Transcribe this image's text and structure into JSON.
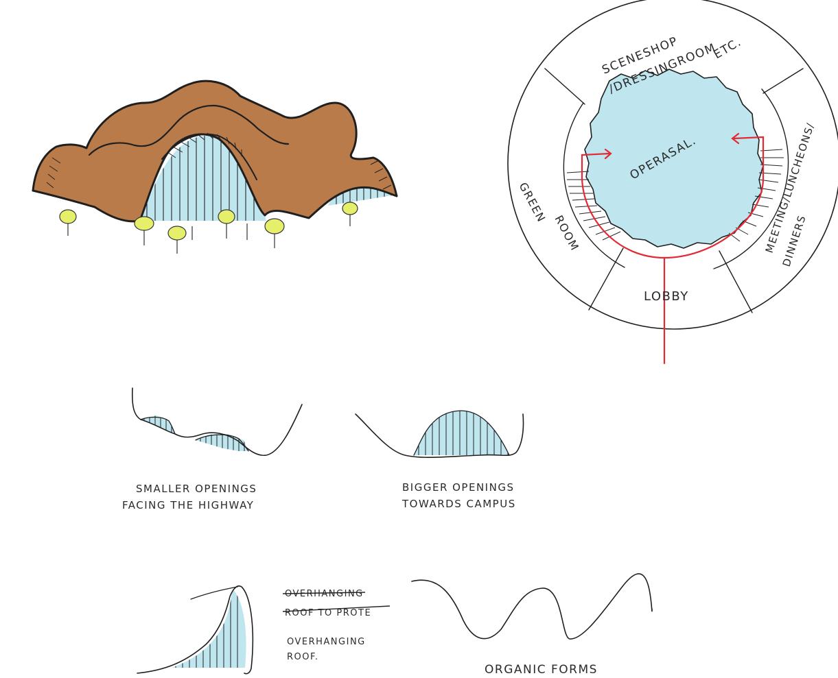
{
  "colors": {
    "paper": "#ffffff",
    "ink": "#1f1f1f",
    "roof": "#b97b49",
    "glass": "#bfe6ef",
    "tree": "#e6ef6a",
    "circulation": "#e32a34"
  },
  "plan": {
    "zones": {
      "top_line1": "SCENESHOP",
      "top_line2": "/DRESSINGROOM",
      "top_etc": "ETC.",
      "right_line1": "MEETING/LUNCHEONS/",
      "right_line2": "DINNERS",
      "left_line1": "GREEN",
      "left_line2": "ROOM",
      "bottom": "LOBBY",
      "center": "OPERASAL."
    }
  },
  "sections": {
    "smaller_caption_1": "SMALLER OPENINGS",
    "smaller_caption_2": "FACING THE HIGHWAY",
    "bigger_caption_1": "BIGGER OPENINGS",
    "bigger_caption_2": "TOWARDS CAMPUS"
  },
  "notes": {
    "struck_line1": "OVERHANGING",
    "struck_line2": "ROOF TO PROTE",
    "overhang_line1": "OVERHANGING",
    "overhang_line2": "ROOF.",
    "organic": "ORGANIC FORMS"
  }
}
